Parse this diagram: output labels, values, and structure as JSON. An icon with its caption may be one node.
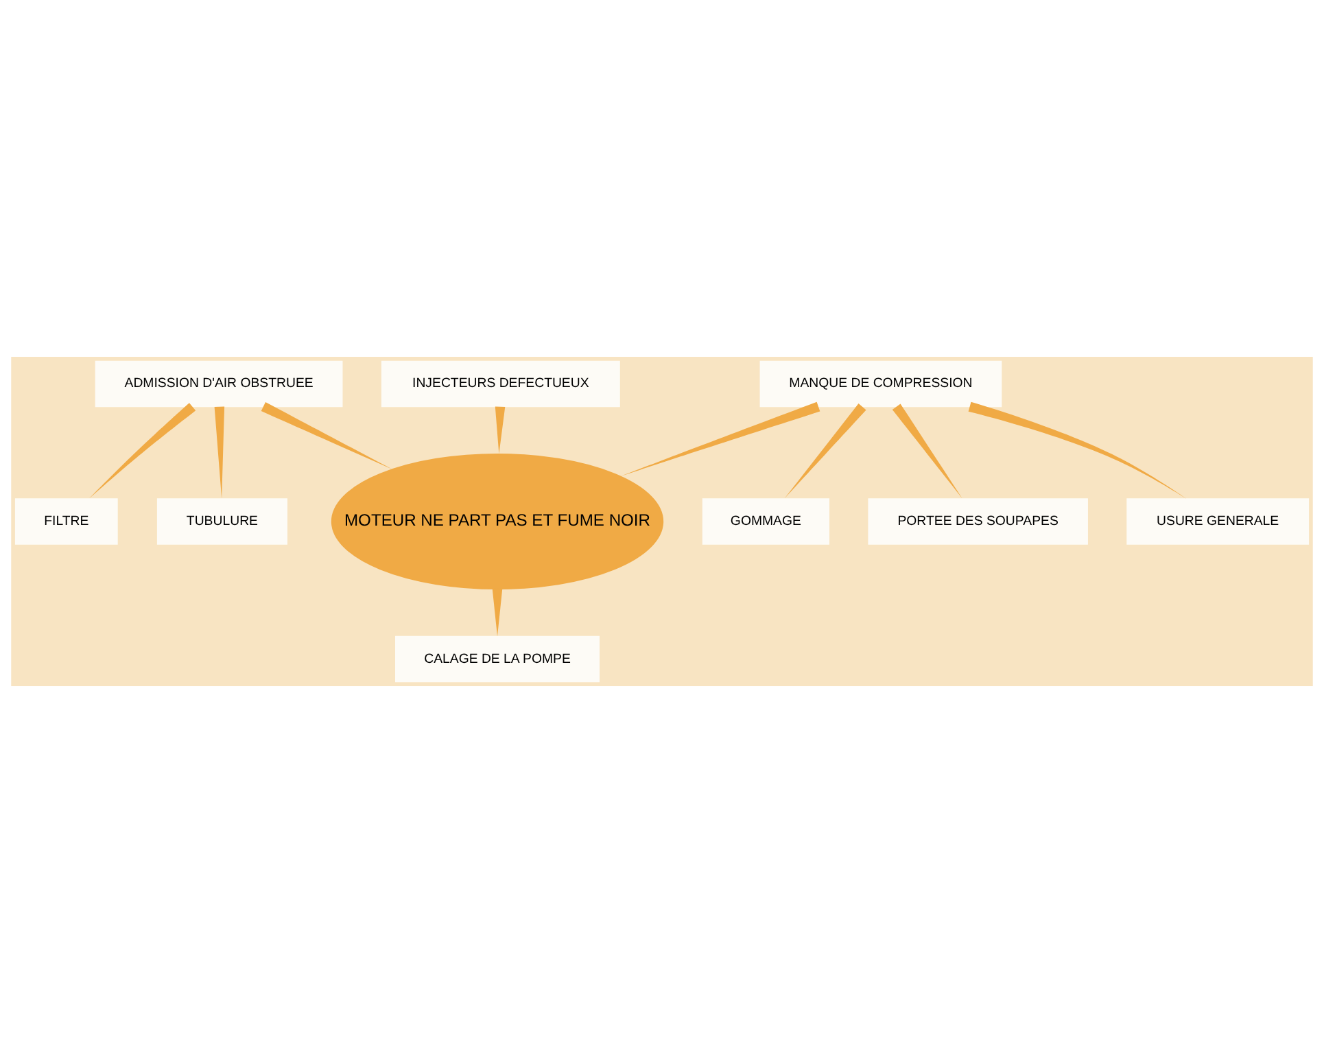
{
  "diagram": {
    "nodes": [
      {
        "text": [
          "ADMISSION D'AIR OBSTRUEE"
        ]
      },
      {
        "text": [
          "INJECTEURS DEFECTUEUX"
        ]
      },
      {
        "text": [
          "MANQUE DE COMPRESSION"
        ]
      },
      {
        "text": [
          "GOMMAGE"
        ]
      },
      {
        "text": [
          "FILTRE"
        ]
      },
      {
        "text": [
          "MOTEUR NE PART PAS ET FUME NOIR"
        ]
      },
      {
        "text": [
          "PORTEE DES SOUPAPES"
        ]
      },
      {
        "text": [
          "TUBULURE"
        ]
      },
      {
        "text": [
          "USURE GENERALE"
        ]
      },
      {
        "text": [
          "CALAGE DE LA POMPE"
        ]
      }
    ],
    "edges": [
      {
        "from": 0,
        "to": 7,
        "arrow": "none"
      },
      {
        "from": 0,
        "to": 4,
        "arrow": "none"
      },
      {
        "from": 0,
        "to": 5,
        "arrow": "none"
      },
      {
        "from": 1,
        "to": 5,
        "arrow": "none"
      },
      {
        "from": 2,
        "to": 5,
        "arrow": "none"
      },
      {
        "from": 2,
        "to": 3,
        "arrow": "none"
      },
      {
        "from": 2,
        "to": 6,
        "arrow": "none"
      },
      {
        "from": 2,
        "to": 8,
        "arrow": "none"
      },
      {
        "from": 5,
        "to": 9,
        "arrow": "none"
      }
    ]
  }
}
